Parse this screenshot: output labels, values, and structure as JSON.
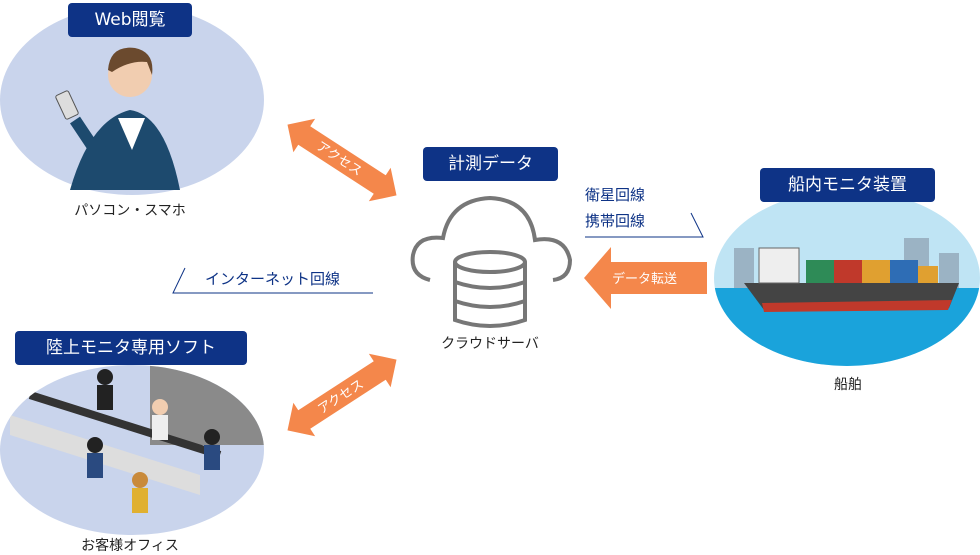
{
  "colors": {
    "navy": "#0e3386",
    "orange": "#f4874b",
    "ellipse": "#c9d4ec",
    "gray": "#777777"
  },
  "web": {
    "badge": "Web閲覧",
    "caption": "パソコン・スマホ"
  },
  "cloud": {
    "badge": "計測データ",
    "caption": "クラウドサーバ"
  },
  "ship": {
    "badge": "船内モニタ装置",
    "caption": "船舶",
    "lines": [
      "衛星回線",
      "携帯回線"
    ],
    "transfer_label": "データ転送"
  },
  "internet": {
    "label": "インターネット回線"
  },
  "office": {
    "badge": "陸上モニタ専用ソフト",
    "caption": "お客様オフィス"
  },
  "access": {
    "top": "アクセス",
    "bottom": "アクセス"
  }
}
